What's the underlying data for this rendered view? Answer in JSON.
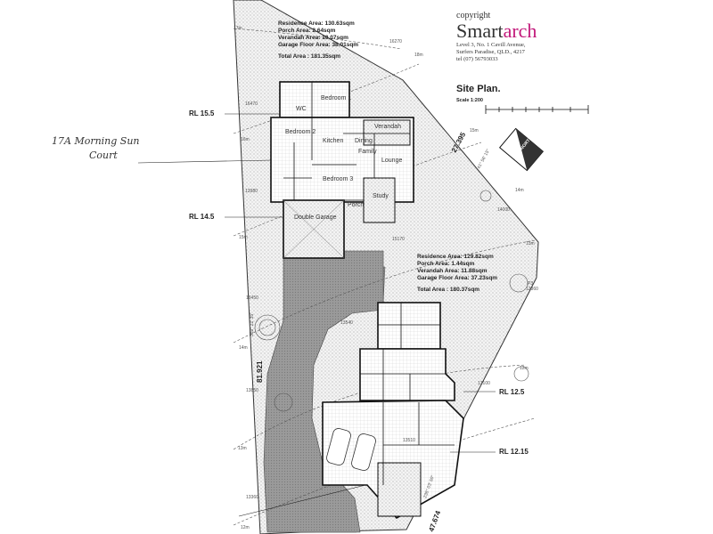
{
  "brand": {
    "copyright": "copyright",
    "name_part1": "Smart",
    "name_part2": "arch",
    "address_line1": "Level 3, No. 1 Cavill Avenue,",
    "address_line2": "Surfers Paradise, QLD., 4217",
    "phone": "tel (07) 56793033",
    "accent_color": "#c2187a"
  },
  "title": "Site Plan.",
  "scale": "Scale 1:200",
  "north_label": "NORTH",
  "handwritten": {
    "line1": "17A Morning Sun",
    "line2": "Court"
  },
  "unit_upper": {
    "residence": "Residence Area: 130.63sqm",
    "porch": "Porch Area: 2.64sqm",
    "verandah": "Verandah Area: 10.07sqm",
    "garage": "Garage Floor Area: 38.01sqm",
    "total": "Total Area : 181.35sqm",
    "rooms": {
      "bed1": "Bedroom 1",
      "bed2": "Bedroom 2",
      "bed3": "Bedroom 3",
      "kitchen": "Kitchen",
      "dining": "Dining",
      "lounge": "Lounge",
      "family": "Family",
      "study": "Study",
      "porch": "Porch",
      "garage": "Double Garage",
      "verandah": "Verandah",
      "wc": "WC"
    }
  },
  "unit_lower": {
    "residence": "Residence Area: 129.82sqm",
    "porch": "Porch Area: 1.44sqm",
    "verandah": "Verandah Area: 11.88sqm",
    "garage": "Garage Floor Area: 37.23sqm",
    "total": "Total Area : 180.37sqm"
  },
  "levels": {
    "rl1": "RL 15.5",
    "rl2": "RL 14.5",
    "rl3": "RL 12.5",
    "rl4": "RL 12.15"
  },
  "boundaries": {
    "b1": "27.395",
    "b2": "81.921",
    "b3": "47.674",
    "bearing1": "359° 21' 35\"",
    "bearing2": "41° 56' 15\"",
    "bearing3": "238° 03' 50\""
  },
  "contours": {
    "c1": "17m",
    "c2": "16m",
    "c3": "15m",
    "c4": "14m",
    "c5": "13m",
    "c6": "12m",
    "c7": "18m",
    "c8": "15m",
    "c9": "14m",
    "c10": "13m",
    "c11": "12m"
  },
  "dims": {
    "d1": "16270",
    "d2": "16470",
    "d3": "13980",
    "d4": "14000",
    "d5": "15170",
    "d6": "16450",
    "d7": "13540",
    "d8": "13850",
    "d9": "13100",
    "d10": "12860",
    "d11": "13360",
    "d12": "13510",
    "d13": "P3"
  }
}
